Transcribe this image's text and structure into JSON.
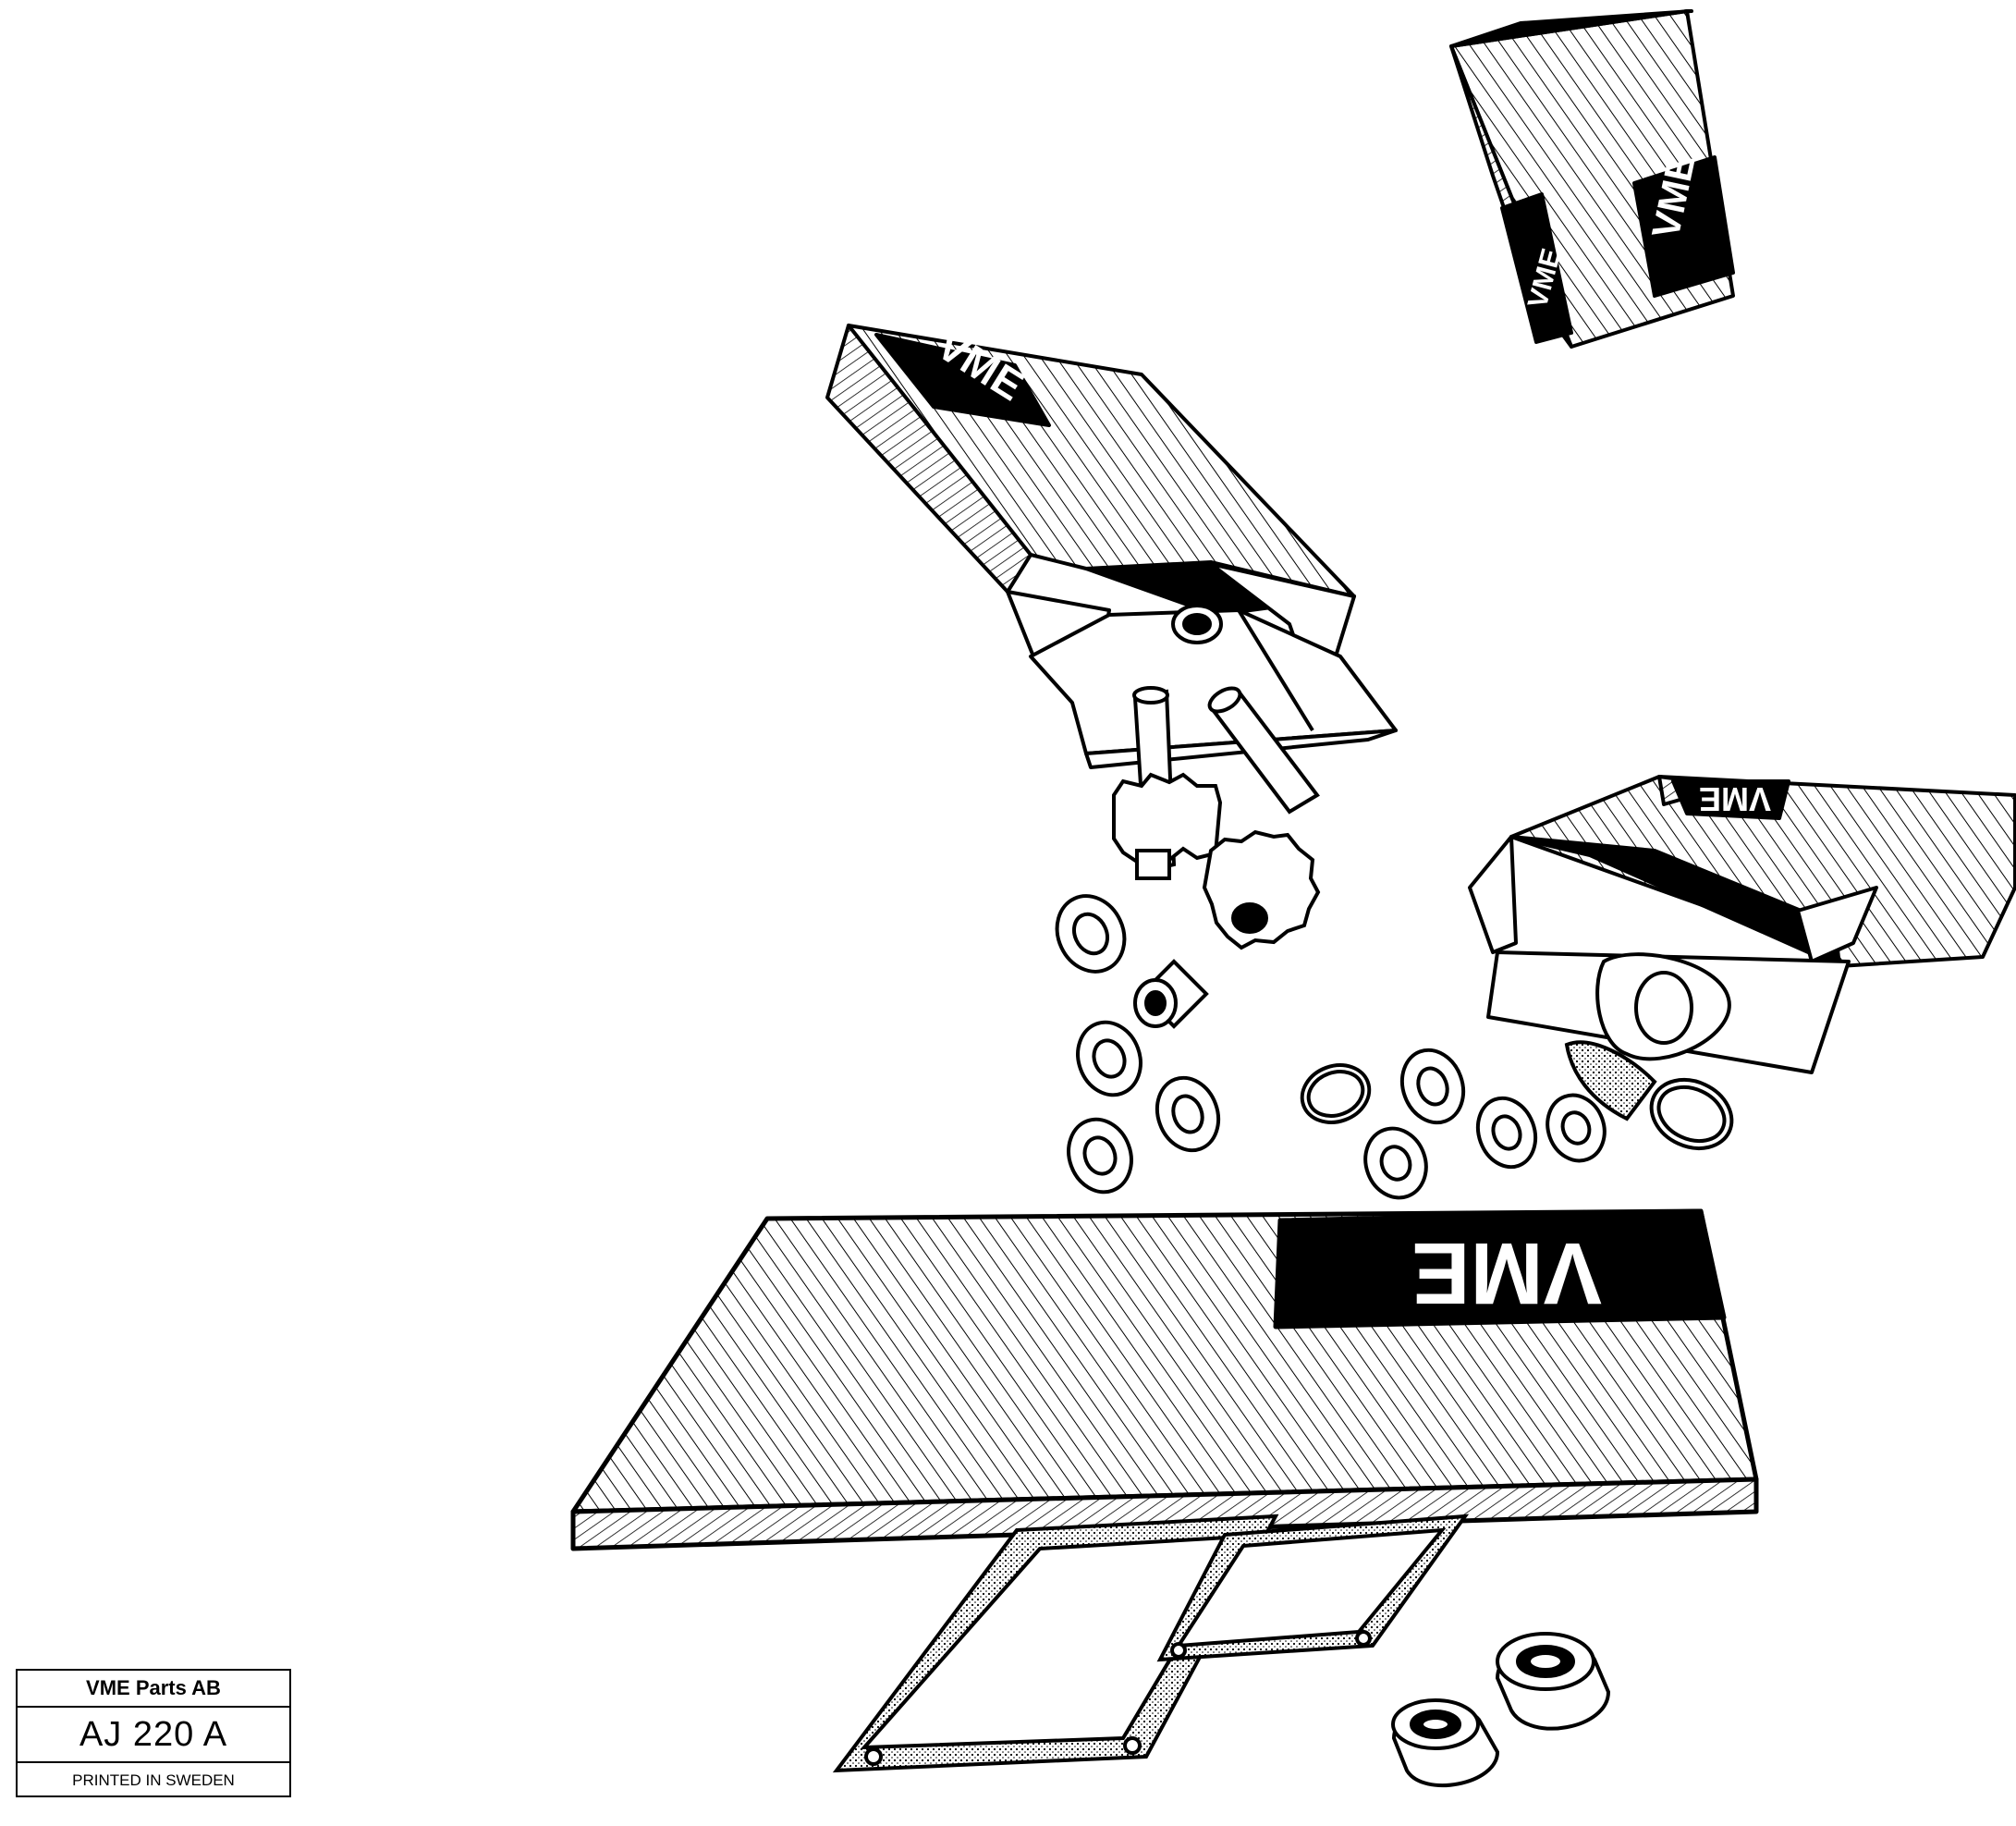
{
  "diagram": {
    "brand_logo_text": "VME",
    "caption": {
      "company": "VME Parts AB",
      "code": "AJ 220 A",
      "printed": "PRINTED IN SWEDEN"
    },
    "colors": {
      "ink": "#000000",
      "paper": "#ffffff"
    },
    "parts": [
      "kit-box",
      "spare-parts-box",
      "gasket-box",
      "gear",
      "shaft",
      "washer",
      "o-ring",
      "bushing",
      "gasket",
      "bearing",
      "kit-tray"
    ]
  }
}
